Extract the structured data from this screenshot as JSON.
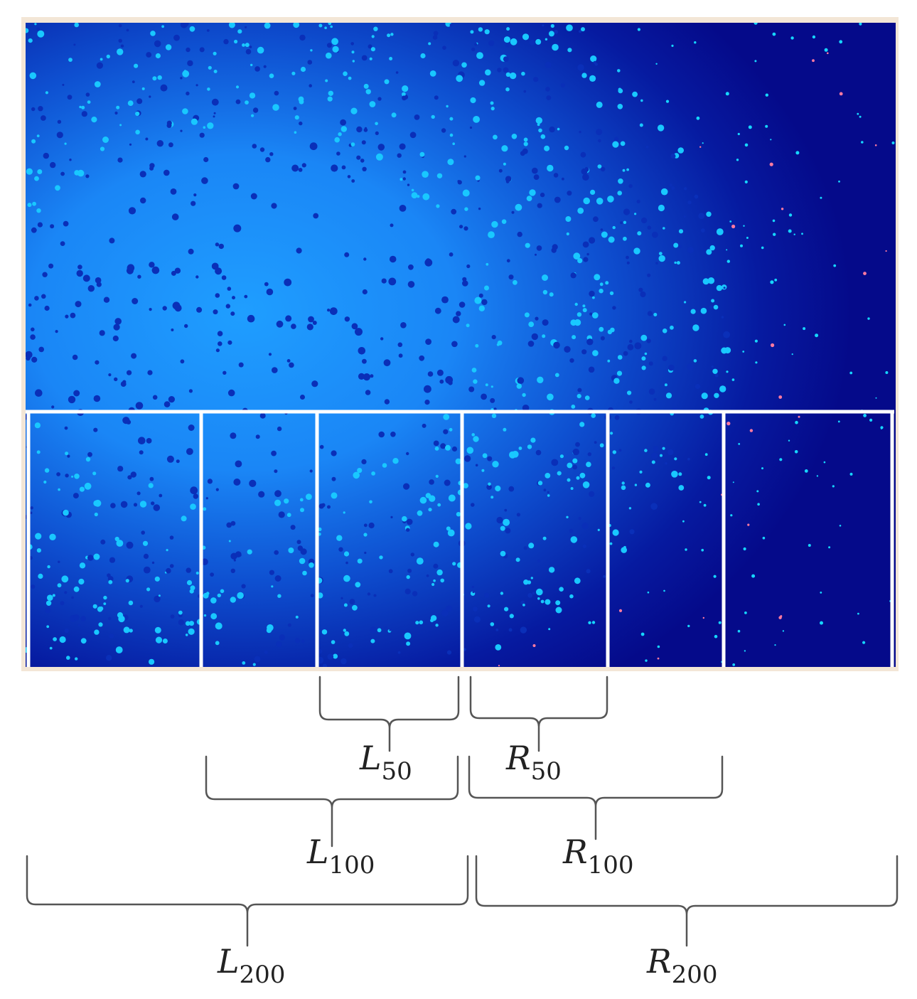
{
  "figure": {
    "image": {
      "description_colors": {
        "background": "#050a8a",
        "bright": "#1ea6ff",
        "mid": "#0e66e6",
        "speck": "#16d6ff",
        "frame": "#f3e6d6",
        "grid_lines": "#ffffff"
      }
    },
    "brackets": [
      {
        "id": "L50",
        "letter": "L",
        "subscript": "50"
      },
      {
        "id": "R50",
        "letter": "R",
        "subscript": "50"
      },
      {
        "id": "L100",
        "letter": "L",
        "subscript": "100"
      },
      {
        "id": "R100",
        "letter": "R",
        "subscript": "100"
      },
      {
        "id": "L200",
        "letter": "L",
        "subscript": "200"
      },
      {
        "id": "R200",
        "letter": "R",
        "subscript": "200"
      }
    ],
    "bracket_color": "#555555"
  }
}
